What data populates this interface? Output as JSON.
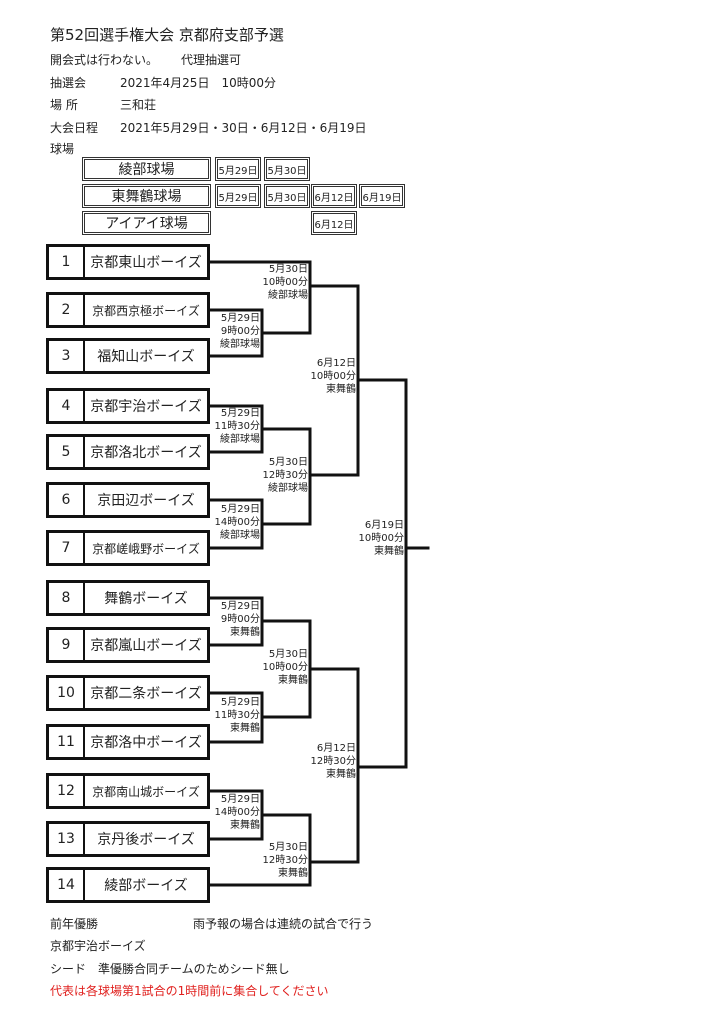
{
  "header": {
    "title": "第52回選手権大会 京都府支部予選",
    "opening": "開会式は行わない。",
    "proxy": "代理抽選可",
    "draw_label": "抽選会",
    "draw_value": "2021年4月25日　10時00分",
    "place_label": "場 所",
    "place_value": "三和荘",
    "schedule_label": "大会日程",
    "schedule_value": "2021年5月29日・30日・6月12日・6月19日",
    "stadium_label": "球場"
  },
  "venues": [
    {
      "name": "綾部球場",
      "dates": [
        "5月29日",
        "5月30日"
      ]
    },
    {
      "name": "東舞鶴球場",
      "dates": [
        "5月29日",
        "5月30日",
        "6月12日",
        "6月19日"
      ]
    },
    {
      "name": "アイアイ球場",
      "dates": [
        "6月12日"
      ]
    }
  ],
  "teams": [
    {
      "seed": "1",
      "name": "京都東山ボーイズ"
    },
    {
      "seed": "2",
      "name": "京都西京極ボーイズ"
    },
    {
      "seed": "3",
      "name": "福知山ボーイズ"
    },
    {
      "seed": "4",
      "name": "京都宇治ボーイズ"
    },
    {
      "seed": "5",
      "name": "京都洛北ボーイズ"
    },
    {
      "seed": "6",
      "name": "京田辺ボーイズ"
    },
    {
      "seed": "7",
      "name": "京都嵯峨野ボーイズ"
    },
    {
      "seed": "8",
      "name": "舞鶴ボーイズ"
    },
    {
      "seed": "9",
      "name": "京都嵐山ボーイズ"
    },
    {
      "seed": "10",
      "name": "京都二条ボーイズ"
    },
    {
      "seed": "11",
      "name": "京都洛中ボーイズ"
    },
    {
      "seed": "12",
      "name": "京都南山城ボーイズ"
    },
    {
      "seed": "13",
      "name": "京丹後ボーイズ"
    },
    {
      "seed": "14",
      "name": "綾部ボーイズ"
    }
  ],
  "matches": [
    {
      "date": "5月29日",
      "time": "9時00分",
      "venue": "綾部球場"
    },
    {
      "date": "5月29日",
      "time": "11時30分",
      "venue": "綾部球場"
    },
    {
      "date": "5月29日",
      "time": "14時00分",
      "venue": "綾部球場"
    },
    {
      "date": "5月29日",
      "time": "9時00分",
      "venue": "東舞鶴"
    },
    {
      "date": "5月29日",
      "time": "11時30分",
      "venue": "東舞鶴"
    },
    {
      "date": "5月29日",
      "time": "14時00分",
      "venue": "東舞鶴"
    },
    {
      "date": "5月30日",
      "time": "10時00分",
      "venue": "綾部球場"
    },
    {
      "date": "5月30日",
      "time": "12時30分",
      "venue": "綾部球場"
    },
    {
      "date": "5月30日",
      "time": "10時00分",
      "venue": "東舞鶴"
    },
    {
      "date": "5月30日",
      "time": "12時30分",
      "venue": "東舞鶴"
    },
    {
      "date": "6月12日",
      "time": "10時00分",
      "venue": "東舞鶴"
    },
    {
      "date": "6月12日",
      "time": "12時30分",
      "venue": "東舞鶴"
    },
    {
      "date": "6月19日",
      "time": "10時00分",
      "venue": "東舞鶴"
    }
  ],
  "footer": {
    "prev_champion_label": "前年優勝",
    "prev_champion": "京都宇治ボーイズ",
    "rain_note": "雨予報の場合は連続の試合で行う",
    "seed_note": "シード　準優勝合同チームのためシード無し",
    "rep_note": "代表は各球場第1試合の1時間前に集合してください",
    "rep_note_color": "#e0201e"
  }
}
